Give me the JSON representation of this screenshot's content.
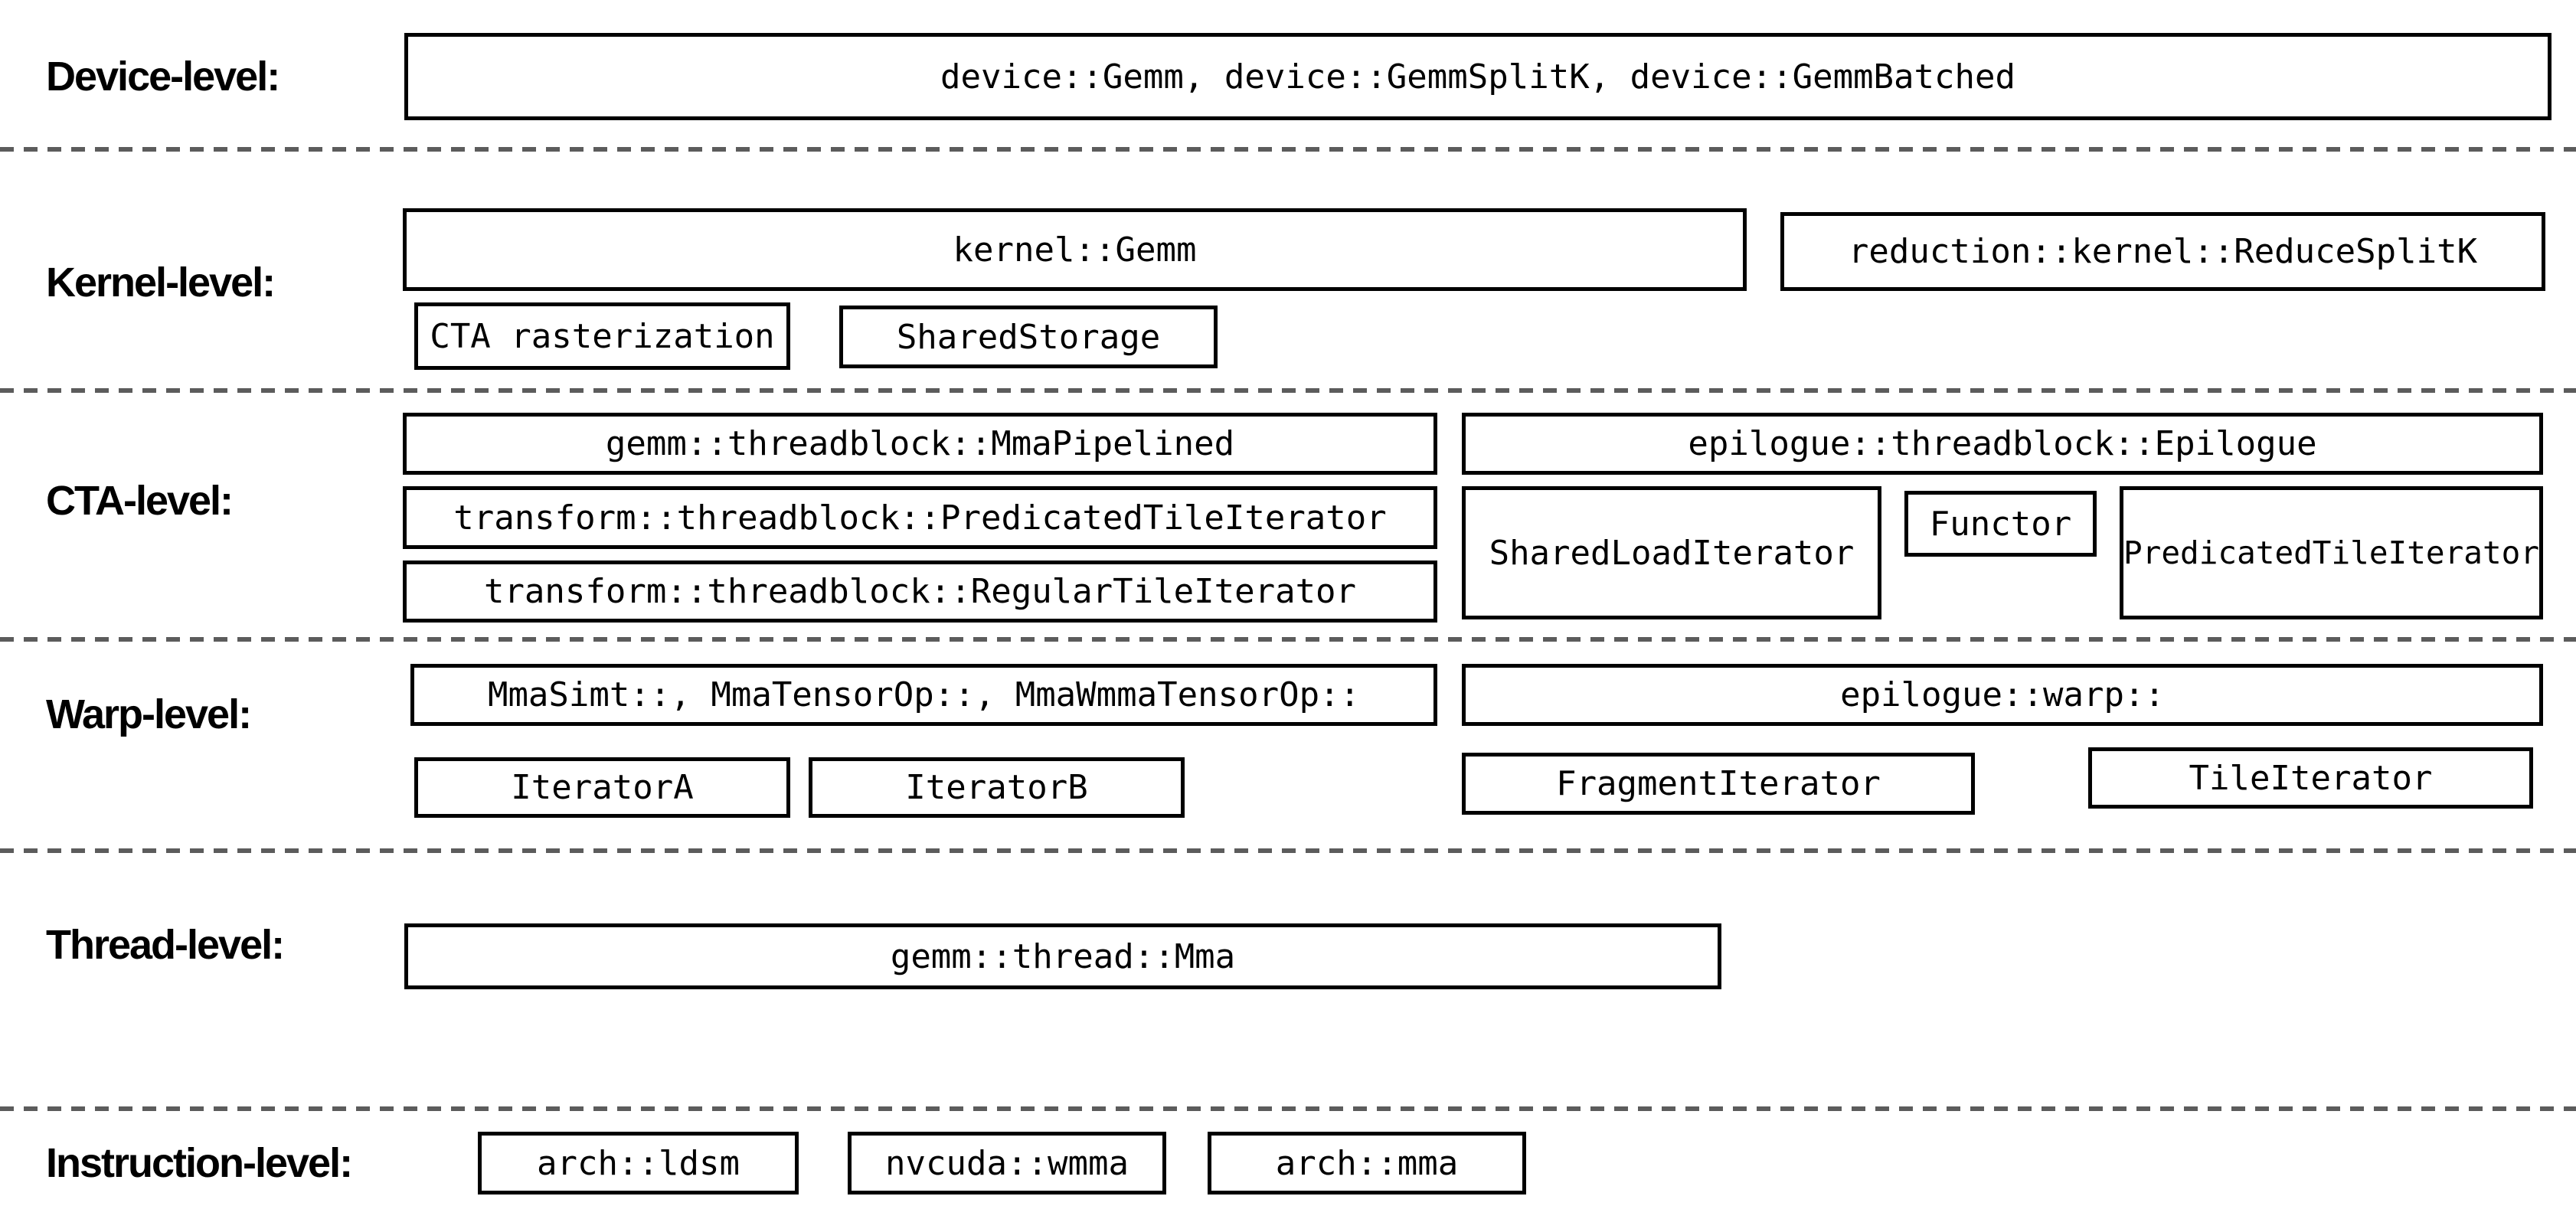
{
  "levels": {
    "device": {
      "label": "Device-level:"
    },
    "kernel": {
      "label": "Kernel-level:"
    },
    "cta": {
      "label": "CTA-level:"
    },
    "warp": {
      "label": "Warp-level:"
    },
    "thread": {
      "label": "Thread-level:"
    },
    "instruction": {
      "label": "Instruction-level:"
    }
  },
  "boxes": {
    "device_gemm": "device::Gemm, device::GemmSplitK, device::GemmBatched",
    "kernel_gemm": "kernel::Gemm",
    "reduce_split_k": "reduction::kernel::ReduceSplitK",
    "cta_rasterization": "CTA rasterization",
    "shared_storage": "SharedStorage",
    "mma_pipelined": "gemm::threadblock::MmaPipelined",
    "epilogue_threadblock": "epilogue::threadblock::Epilogue",
    "predicated_tile_iterator_transform": "transform::threadblock::PredicatedTileIterator",
    "regular_tile_iterator": "transform::threadblock::RegularTileIterator",
    "shared_load_iterator": "SharedLoadIterator",
    "functor": "Functor",
    "predicated_tile_iterator_epilogue": "PredicatedTileIterator",
    "warp_mma": "MmaSimt::, MmaTensorOp::, MmaWmmaTensorOp::",
    "epilogue_warp": "epilogue::warp::",
    "iterator_a": "IteratorA",
    "iterator_b": "IteratorB",
    "fragment_iterator": "FragmentIterator",
    "tile_iterator": "TileIterator",
    "thread_mma": "gemm::thread::Mma",
    "arch_ldsm": "arch::ldsm",
    "nvcuda_wmma": "nvcuda::wmma",
    "arch_mma": "arch::mma"
  },
  "colors": {
    "background": "#ffffff",
    "box_border": "#000000",
    "text": "#000000",
    "separator": "#5c5c5c"
  }
}
